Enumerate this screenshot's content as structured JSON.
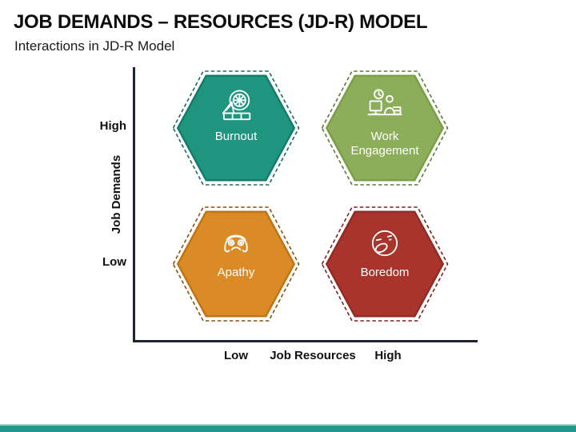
{
  "slide": {
    "title": "JOB DEMANDS – RESOURCES (JD-R) MODEL",
    "subtitle": "Interactions in JD-R Model",
    "accent_color": "#21998A",
    "footer_top_line_color": "#9FD4CB"
  },
  "axes": {
    "color": "#1E2430",
    "y_label": "Job Demands",
    "y_high": "High",
    "y_low": "Low",
    "x_label": "Job Resources",
    "x_low": "Low",
    "x_high": "High"
  },
  "quadrants": [
    {
      "label": "Burnout",
      "icon": "tire-burnout-icon",
      "position": "high-demands-low-resources",
      "fill": "#1F9580",
      "edge": "#137C6B",
      "dash": "#1A6B5E"
    },
    {
      "label": "Work Engagement",
      "icon": "person-working-desk-icon",
      "position": "high-demands-high-resources",
      "fill": "#8CAD59",
      "edge": "#79A046",
      "dash": "#5B7A35"
    },
    {
      "label": "Apathy",
      "icon": "distressed-face-icon",
      "position": "low-demands-low-resources",
      "fill": "#DA8B26",
      "edge": "#C27413",
      "dash": "#8A5110"
    },
    {
      "label": "Boredom",
      "icon": "yawning-face-icon",
      "position": "low-demands-high-resources",
      "fill": "#A9342C",
      "edge": "#922B24",
      "dash": "#7A2420"
    }
  ]
}
